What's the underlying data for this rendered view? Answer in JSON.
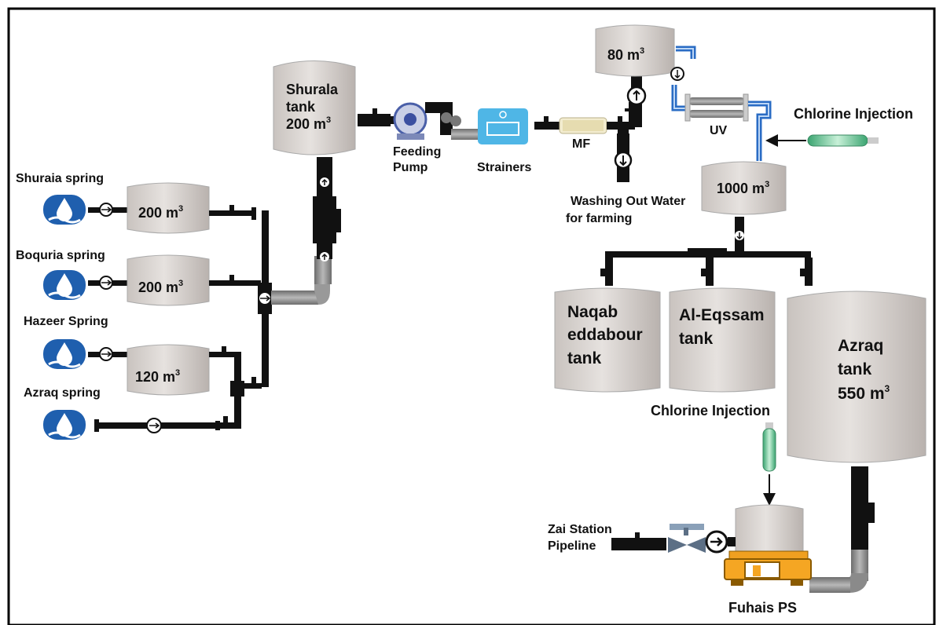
{
  "springs": {
    "shuraia": "Shuraia spring",
    "boquria": "Boquria spring",
    "hazeer": "Hazeer Spring",
    "azraq": "Azraq spring"
  },
  "spring_tanks": {
    "t1_value": "200 m",
    "t1_exp": "3",
    "t2_value": "200 m",
    "t2_exp": "3",
    "t3_value": "120 m",
    "t3_exp": "3"
  },
  "shurala_tank": {
    "line1": "Shurala",
    "line2": "tank",
    "line3": "200 m",
    "exp": "3"
  },
  "equipment": {
    "feeding_pump_1": "Feeding",
    "feeding_pump_2": "Pump",
    "strainers": "Strainers",
    "mf": "MF",
    "uv": "UV"
  },
  "top_tank": {
    "value": "80 m",
    "exp": "3"
  },
  "main_tank": {
    "value": "1000 m",
    "exp": "3"
  },
  "washing": {
    "line1": "Washing Out Water",
    "line2": "for farming"
  },
  "chlorine": {
    "top": "Chlorine Injection",
    "bottom": "Chlorine Injection"
  },
  "distribution_tanks": {
    "naqab_1": "Naqab",
    "naqab_2": "eddabour",
    "naqab_3": "tank",
    "eqssam_1": "Al-Eqssam",
    "eqssam_2": "tank",
    "azraq_1": "Azraq",
    "azraq_2": "tank",
    "azraq_3": "550 m",
    "azraq_exp": "3"
  },
  "zai": {
    "line1": "Zai Station",
    "line2": "Pipeline"
  },
  "fuhais": {
    "label": "Fuhais PS"
  },
  "colors": {
    "tank_fill": "#d9d4d1",
    "tank_dark": "#c3bcb8",
    "pipe_black": "#111111",
    "pipe_grey": "#8a8a8a",
    "spring_blue": "#1f5fae",
    "uv_blue": "#3e7fd0",
    "pump_orange": "#f0a020",
    "strainer_blue": "#4fb6e6",
    "chlorine_green": "#5cc08a"
  }
}
